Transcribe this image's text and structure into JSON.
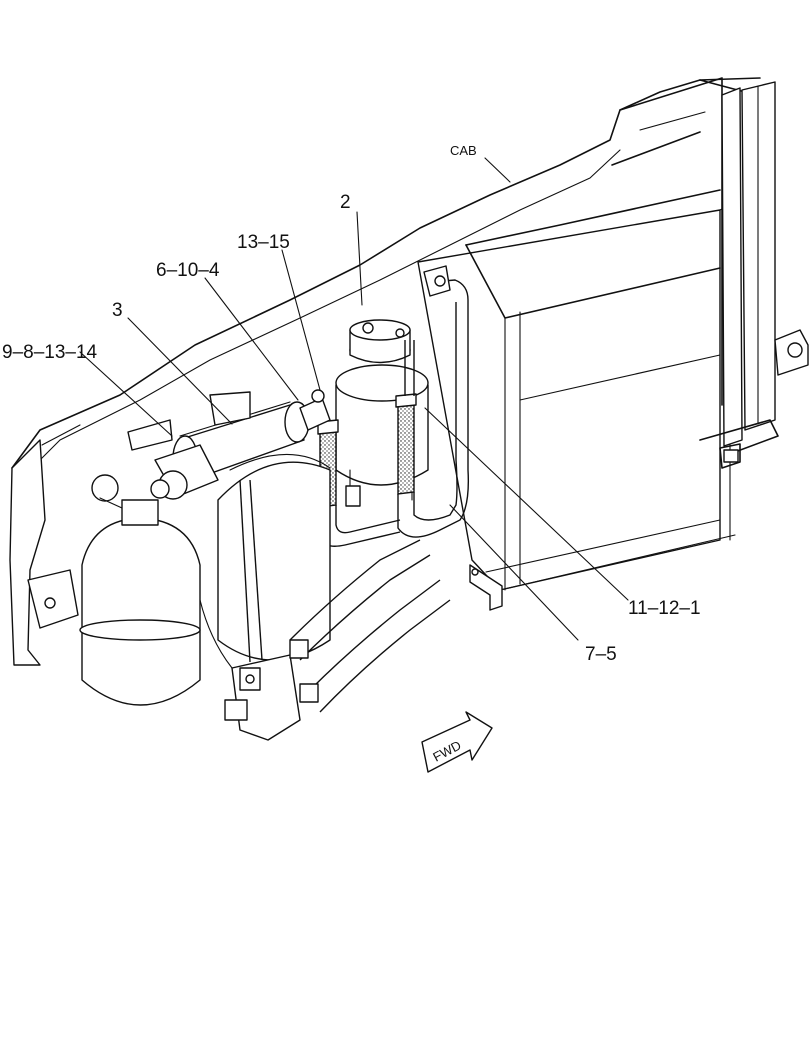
{
  "labels": {
    "cab": "CAB",
    "item_2": "2",
    "item_13_15": "13–15",
    "item_6_10_4": "6–10–4",
    "item_3": "3",
    "item_9_8_13_14": "9–8–13–14",
    "item_11_12_1": "11–12–1",
    "item_7_5": "7–5",
    "fwd": "FWD"
  }
}
